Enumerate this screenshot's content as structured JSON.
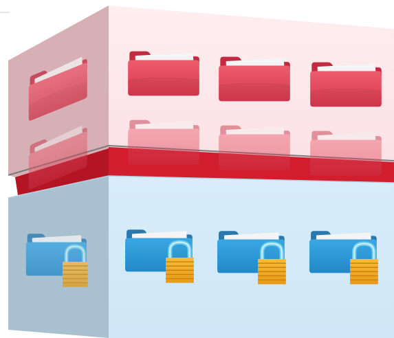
{
  "illustration": {
    "top_box": {
      "theme": "red",
      "icon": "folder-icon",
      "folder_count": 8,
      "colors": {
        "folder": "#e0445a",
        "folder_tab": "#c9334a",
        "panel": "#fde7ea",
        "side": "#dcb3b8",
        "band": "#d3202f"
      }
    },
    "bottom_box": {
      "theme": "blue",
      "icon": "locked-folder-icon",
      "folder_count": 4,
      "colors": {
        "folder": "#2e9ad8",
        "folder_tab": "#2a86bd",
        "panel": "#d4eaf8",
        "side": "#a9c2d4",
        "lock": "#f3a91f"
      }
    }
  }
}
